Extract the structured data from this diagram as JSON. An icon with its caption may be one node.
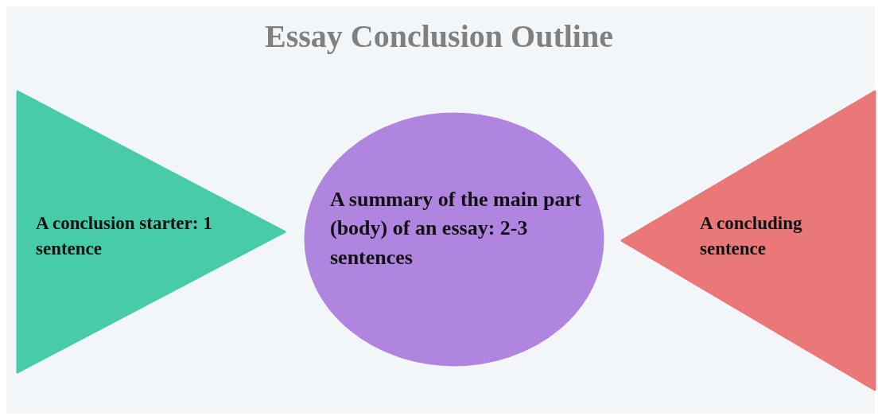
{
  "diagram": {
    "title": "Essay Conclusion Outline",
    "nodes": [
      {
        "text": [
          "A conclusion starter: 1 sentence"
        ]
      },
      {
        "text": [
          "A summary of the main part (body) of an essay: 2-3 sentences"
        ]
      },
      {
        "text": [
          "A concluding sentence"
        ]
      }
    ]
  }
}
